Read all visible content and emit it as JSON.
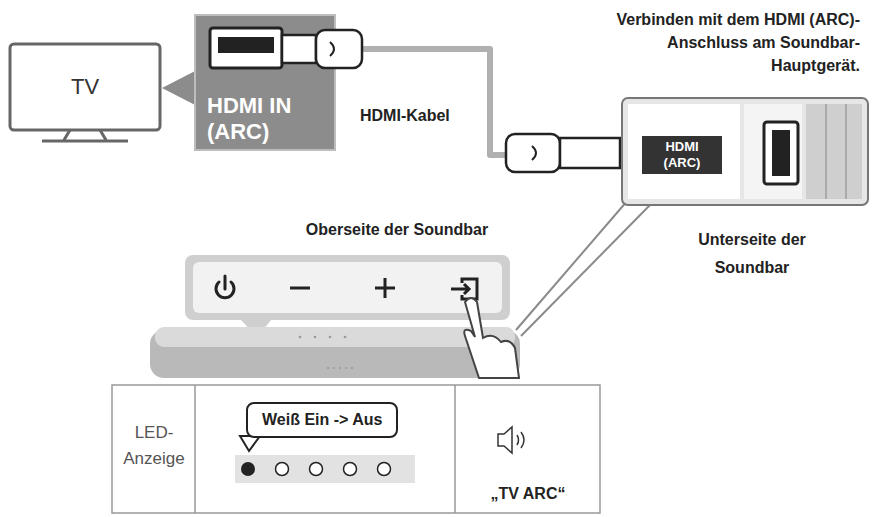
{
  "diagram": {
    "nodes": [
      {
        "text": [
          "TV"
        ]
      },
      {
        "text": [
          "HDMI IN (ARC)"
        ]
      },
      {
        "text": [
          "HDMI (ARC)"
        ]
      },
      {
        "text": [
          "Weiß Ein -> Aus"
        ]
      }
    ],
    "edges": [
      {
        "from": 1,
        "to": 2,
        "arrow": "none"
      }
    ],
    "labels": [
      "Verbinden mit dem HDMI (ARC)-Anschluss am Soundbar-Hauptgerät.",
      "HDMI-Kabel",
      "Oberseite der Soundbar",
      "Unterseite der Soundbar",
      "LED-Anzeige",
      "„TV ARC“"
    ]
  }
}
